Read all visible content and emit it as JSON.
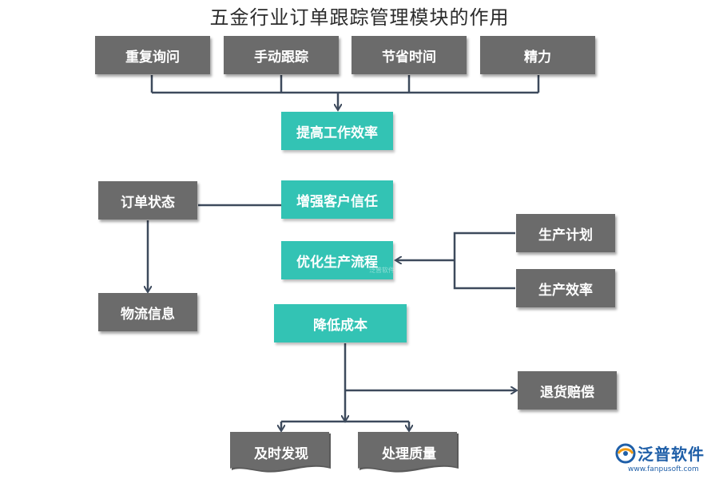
{
  "title": "五金行业订单跟踪管理模块的作用",
  "nodes": {
    "repeat_inquiry": "重复询问",
    "manual_tracking": "手动跟踪",
    "save_time": "节省时间",
    "energy": "精力",
    "improve_efficiency": "提高工作效率",
    "order_status": "订单状态",
    "logistics_info": "物流信息",
    "customer_trust": "增强客户信任",
    "optimize_process": "优化生产流程",
    "production_plan": "生产计划",
    "production_efficiency": "生产效率",
    "reduce_cost": "降低成本",
    "return_compensation": "退货赔偿",
    "timely_discovery": "及时发现",
    "quality_handling": "处理质量"
  },
  "colors": {
    "gray_box": "#6b6b6b",
    "teal_box": "#33c3b4",
    "connector": "#3d4a5c",
    "logo": "#1f5fa8"
  },
  "logo": {
    "name": "泛普软件",
    "url": "www.fanpusoft.com"
  },
  "watermark": "泛普软件"
}
